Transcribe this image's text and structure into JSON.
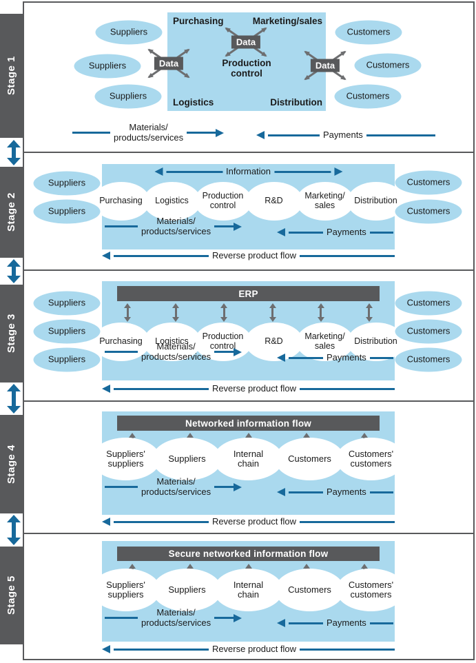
{
  "colors": {
    "dark_gray": "#58595b",
    "light_blue": "#aad9ee",
    "arrow_blue": "#17699b",
    "arrow_gray": "#6d6e70",
    "white": "#ffffff"
  },
  "stages": [
    {
      "label": "Stage 1",
      "data_badge": "Data",
      "box": {
        "top_left": "Purchasing",
        "top_right": "Marketing/sales",
        "center": "Production\ncontrol",
        "bottom_left": "Logistics",
        "bottom_right": "Distribution"
      },
      "suppliers": [
        "Suppliers",
        "Suppliers",
        "Suppliers"
      ],
      "customers": [
        "Customers",
        "Customers",
        "Customers"
      ],
      "materials": "Materials/\nproducts/services",
      "payments": "Payments"
    },
    {
      "label": "Stage 2",
      "information": "Information",
      "functions": [
        "Purchasing",
        "Logistics",
        "Production\ncontrol",
        "R&D",
        "Marketing/\nsales",
        "Distribution"
      ],
      "suppliers": [
        "Suppliers",
        "Suppliers"
      ],
      "customers": [
        "Customers",
        "Customers"
      ],
      "materials": "Materials/\nproducts/services",
      "payments": "Payments",
      "reverse": "Reverse product flow"
    },
    {
      "label": "Stage 3",
      "bar": "ERP",
      "functions": [
        "Purchasing",
        "Logistics",
        "Production\ncontrol",
        "R&D",
        "Marketing/\nsales",
        "Distribution"
      ],
      "suppliers": [
        "Suppliers",
        "Suppliers",
        "Suppliers"
      ],
      "customers": [
        "Customers",
        "Customers",
        "Customers"
      ],
      "materials": "Materials/\nproducts/services",
      "payments": "Payments",
      "reverse": "Reverse product flow"
    },
    {
      "label": "Stage 4",
      "bar": "Networked information flow",
      "chain": [
        "Suppliers'\nsuppliers",
        "Suppliers",
        "Internal\nchain",
        "Customers",
        "Customers'\ncustomers"
      ],
      "materials": "Materials/\nproducts/services",
      "payments": "Payments",
      "reverse": "Reverse product flow"
    },
    {
      "label": "Stage 5",
      "bar": "Secure networked information flow",
      "chain": [
        "Suppliers'\nsuppliers",
        "Suppliers",
        "Internal\nchain",
        "Customers",
        "Customers'\ncustomers"
      ],
      "materials": "Materials/\nproducts/services",
      "payments": "Payments",
      "reverse": "Reverse product flow"
    }
  ]
}
